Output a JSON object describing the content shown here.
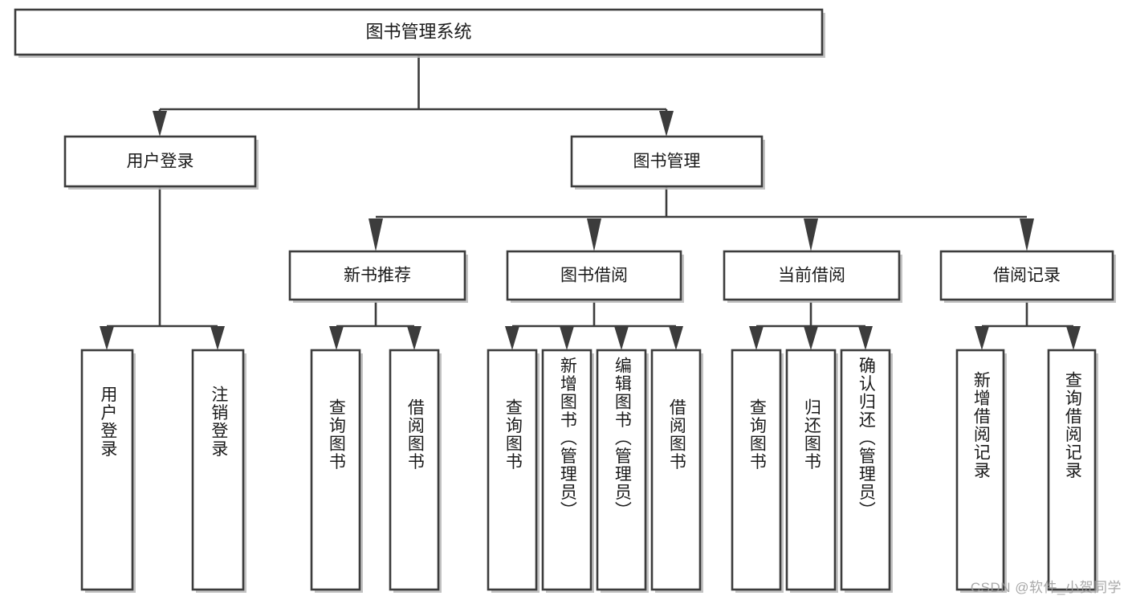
{
  "diagram": {
    "type": "tree-hierarchy",
    "orientation": "top-down",
    "colors": {
      "box_stroke": "#3c3c3c",
      "box_fill": "#ffffff",
      "connector": "#3c3c3c",
      "text": "#1a1a1a",
      "watermark": "#9a9a9a",
      "background": "#ffffff"
    },
    "root": {
      "id": "root",
      "label": "图书管理系统",
      "orientation": "horizontal"
    },
    "level1": [
      {
        "id": "user-login",
        "label": "用户登录",
        "orientation": "horizontal"
      },
      {
        "id": "book-management",
        "label": "图书管理",
        "orientation": "horizontal"
      }
    ],
    "level2": [
      {
        "id": "new-book-recommend",
        "label": "新书推荐",
        "parent": "book-management",
        "orientation": "horizontal"
      },
      {
        "id": "book-borrow",
        "label": "图书借阅",
        "parent": "book-management",
        "orientation": "horizontal"
      },
      {
        "id": "current-borrow",
        "label": "当前借阅",
        "parent": "book-management",
        "orientation": "horizontal"
      },
      {
        "id": "borrow-record",
        "label": "借阅记录",
        "parent": "book-management",
        "orientation": "horizontal"
      }
    ],
    "leaves": [
      {
        "id": "leaf-user-login",
        "label": "用户登录",
        "parent": "user-login",
        "orientation": "vertical"
      },
      {
        "id": "leaf-user-logout",
        "label": "注销登录",
        "parent": "user-login",
        "orientation": "vertical"
      },
      {
        "id": "leaf-query-book-1",
        "label": "查询图书",
        "parent": "new-book-recommend",
        "orientation": "vertical"
      },
      {
        "id": "leaf-borrow-book-1",
        "label": "借阅图书",
        "parent": "new-book-recommend",
        "orientation": "vertical"
      },
      {
        "id": "leaf-query-book-2",
        "label": "查询图书",
        "parent": "book-borrow",
        "orientation": "vertical"
      },
      {
        "id": "leaf-add-book",
        "label": "新增图书（管理员）",
        "parent": "book-borrow",
        "orientation": "vertical"
      },
      {
        "id": "leaf-edit-book",
        "label": "编辑图书（管理员）",
        "parent": "book-borrow",
        "orientation": "vertical"
      },
      {
        "id": "leaf-borrow-book-2",
        "label": "借阅图书",
        "parent": "book-borrow",
        "orientation": "vertical"
      },
      {
        "id": "leaf-query-book-3",
        "label": "查询图书",
        "parent": "current-borrow",
        "orientation": "vertical"
      },
      {
        "id": "leaf-return-book",
        "label": "归还图书",
        "parent": "current-borrow",
        "orientation": "vertical"
      },
      {
        "id": "leaf-confirm-return",
        "label": "确认归还（管理员）",
        "parent": "current-borrow",
        "orientation": "vertical"
      },
      {
        "id": "leaf-add-record",
        "label": "新增借阅记录",
        "parent": "borrow-record",
        "orientation": "vertical"
      },
      {
        "id": "leaf-query-record",
        "label": "查询借阅记录",
        "parent": "borrow-record",
        "orientation": "vertical"
      }
    ]
  },
  "watermark": {
    "text": "CSDN @软件_小贺同学"
  }
}
